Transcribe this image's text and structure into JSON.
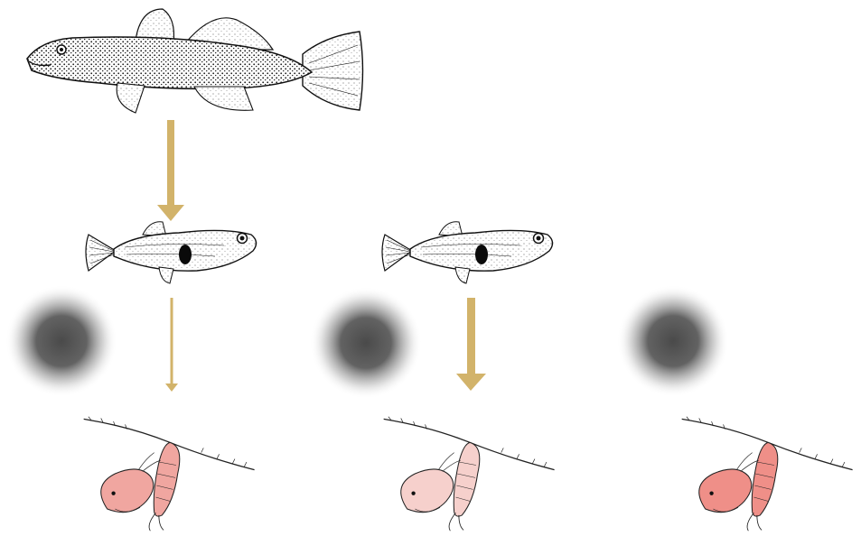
{
  "colors": {
    "arrow": "#d2b36a",
    "ink": "#111111",
    "sunburst": "#5a5a5a",
    "zooplankton_1": "#f0a6a0",
    "zooplankton_2": "#f6d0cc",
    "zooplankton_3": "#ef8f88",
    "background": "#ffffff"
  },
  "panels": [
    {
      "predator": "goby-fish-illustration",
      "has_top_predator": true,
      "arrow_top": "thick",
      "arrow_bottom": "thin",
      "zooplankton_tone": "medium"
    },
    {
      "has_top_predator": false,
      "arrow_bottom": "thick",
      "zooplankton_tone": "pale"
    },
    {
      "has_top_predator": false,
      "has_mosquitofish": false,
      "zooplankton_tone": "dark"
    }
  ]
}
